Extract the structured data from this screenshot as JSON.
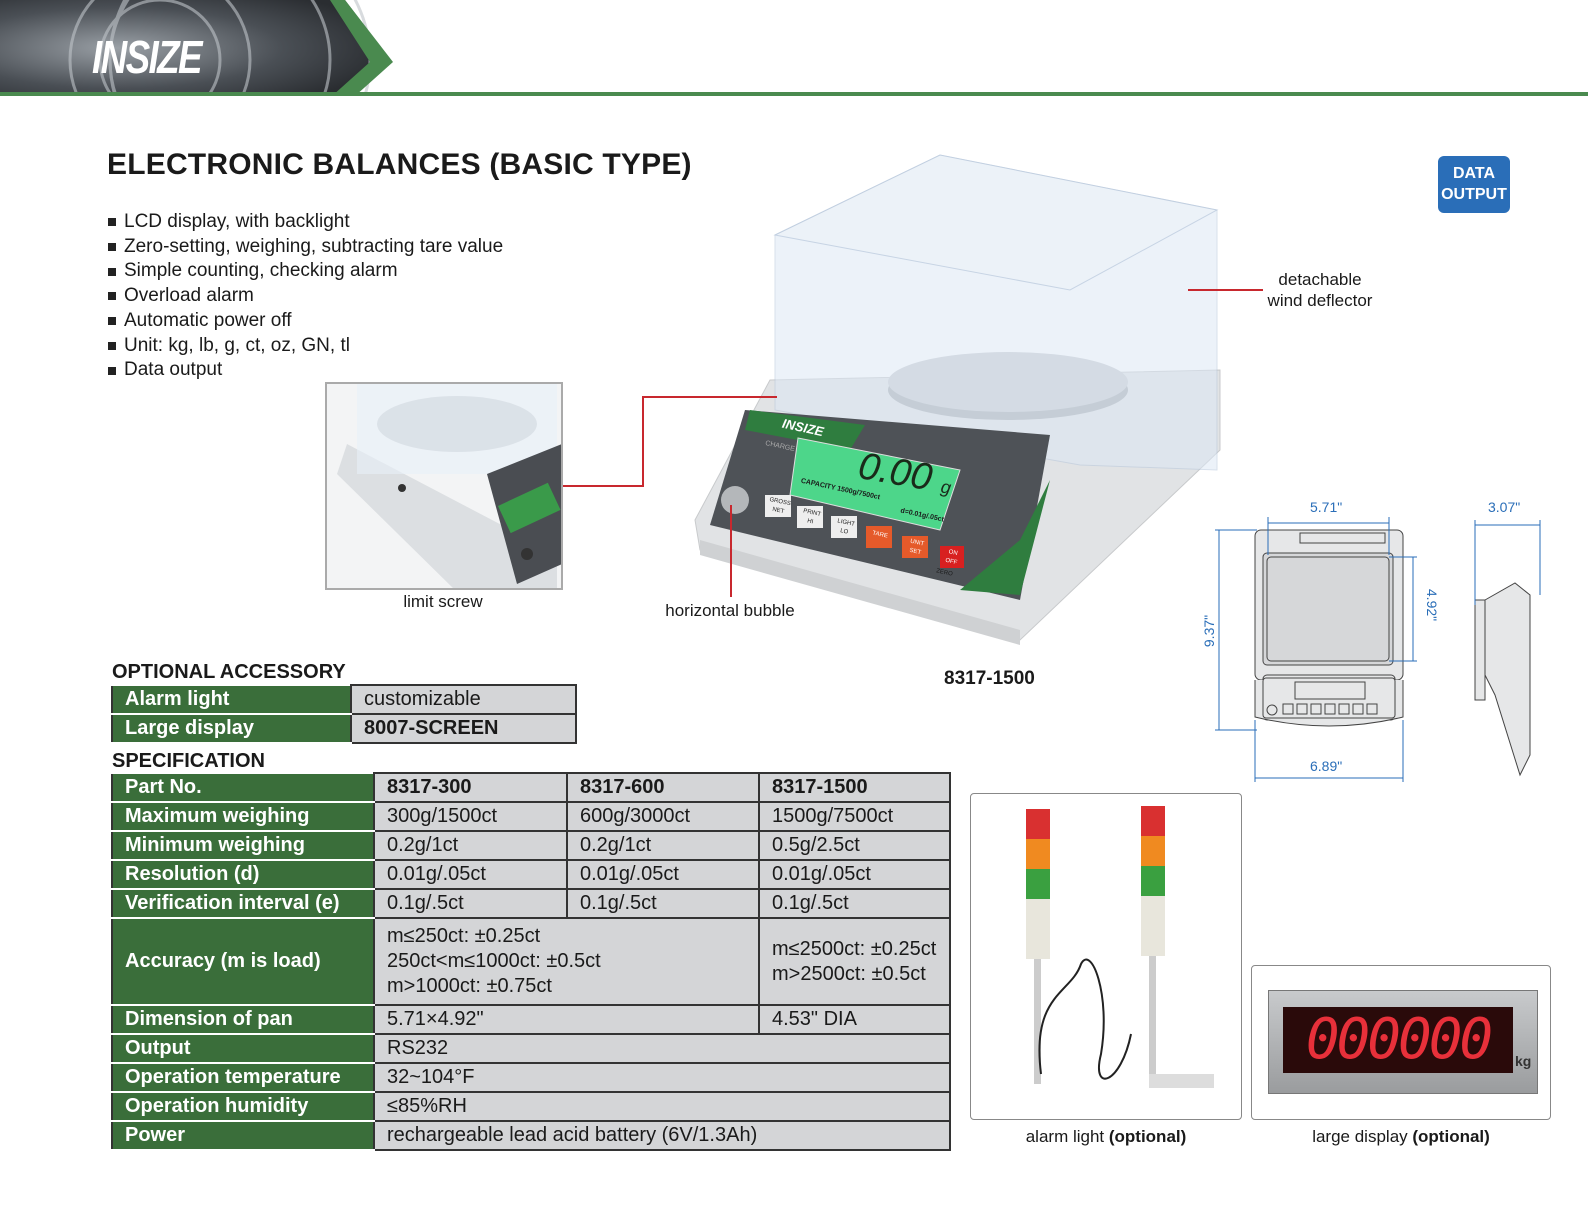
{
  "header": {
    "brand": "INSIZE"
  },
  "title": "ELECTRONIC BALANCES (BASIC TYPE)",
  "features": [
    "LCD display, with backlight",
    "Zero-setting, weighing, subtracting tare value",
    "Simple counting, checking alarm",
    "Overload alarm",
    "Automatic power off",
    "Unit: kg, lb, g, ct, oz, GN, tl",
    "Data output"
  ],
  "badge": {
    "line1": "DATA",
    "line2": "OUTPUT"
  },
  "product_image": {
    "callouts": {
      "limit_screw": "limit screw",
      "horizontal_bubble": "horizontal bubble",
      "wind_deflector_1": "detachable",
      "wind_deflector_2": "wind deflector"
    },
    "model": "8317-1500",
    "display_reading": "0.00",
    "display_unit": "g",
    "panel": {
      "brand": "INSIZE",
      "charge": "CHARGE",
      "capacity": "CAPACITY  1500g/7500ct",
      "division": "d=0.01g/.05ct",
      "keys": [
        {
          "top": "GROSS",
          "bottom": "NET"
        },
        {
          "top": "PRINT",
          "bottom": "HI"
        },
        {
          "top": "LIGHT",
          "bottom": "LO"
        },
        {
          "top": "TARE",
          "bottom": ""
        },
        {
          "top": "UNIT",
          "bottom": "SET"
        },
        {
          "top": "ON",
          "bottom": "OFF"
        }
      ],
      "zero": "ZERO"
    }
  },
  "dimensions": {
    "pan_width": "5.71\"",
    "pan_depth": "4.92\"",
    "length": "9.37\"",
    "width": "6.89\"",
    "height": "3.07\""
  },
  "optional_accessory": {
    "title": "OPTIONAL ACCESSORY",
    "rows": [
      {
        "label": "Alarm light",
        "value": "customizable"
      },
      {
        "label": "Large display",
        "value": "8007-SCREEN"
      }
    ]
  },
  "specification": {
    "title": "SPECIFICATION",
    "header": {
      "label": "Part No.",
      "models": [
        "8317-300",
        "8317-600",
        "8317-1500"
      ]
    },
    "rows": [
      {
        "label": "Maximum weighing",
        "values": [
          "300g/1500ct",
          "600g/3000ct",
          "1500g/7500ct"
        ]
      },
      {
        "label": "Minimum weighing",
        "values": [
          "0.2g/1ct",
          "0.2g/1ct",
          "0.5g/2.5ct"
        ]
      },
      {
        "label": "Resolution (d)",
        "values": [
          "0.01g/.05ct",
          "0.01g/.05ct",
          "0.01g/.05ct"
        ]
      },
      {
        "label": "Verification interval (e)",
        "values": [
          "0.1g/.5ct",
          "0.1g/.5ct",
          "0.1g/.5ct"
        ]
      }
    ],
    "accuracy": {
      "label": "Accuracy (m is load)",
      "small": [
        "m≤250ct: ±0.25ct",
        "250ct<m≤1000ct: ±0.5ct",
        "m>1000ct: ±0.75ct"
      ],
      "large": [
        "m≤2500ct: ±0.25ct",
        "m>2500ct: ±0.5ct"
      ]
    },
    "pan": {
      "label": "Dimension of pan",
      "small": "5.71×4.92\"",
      "large": "4.53\" DIA"
    },
    "common": [
      {
        "label": "Output",
        "value": "RS232"
      },
      {
        "label": "Operation temperature",
        "value": "32~104°F"
      },
      {
        "label": "Operation humidity",
        "value": "≤85%RH"
      },
      {
        "label": "Power",
        "value": "rechargeable lead acid battery (6V/1.3Ah)"
      }
    ]
  },
  "accessory_images": {
    "alarm_caption": "alarm light ",
    "alarm_opt": "(optional)",
    "display_caption": "large display ",
    "display_opt": "(optional)",
    "display_reading": "000000",
    "display_unit": "kg"
  }
}
